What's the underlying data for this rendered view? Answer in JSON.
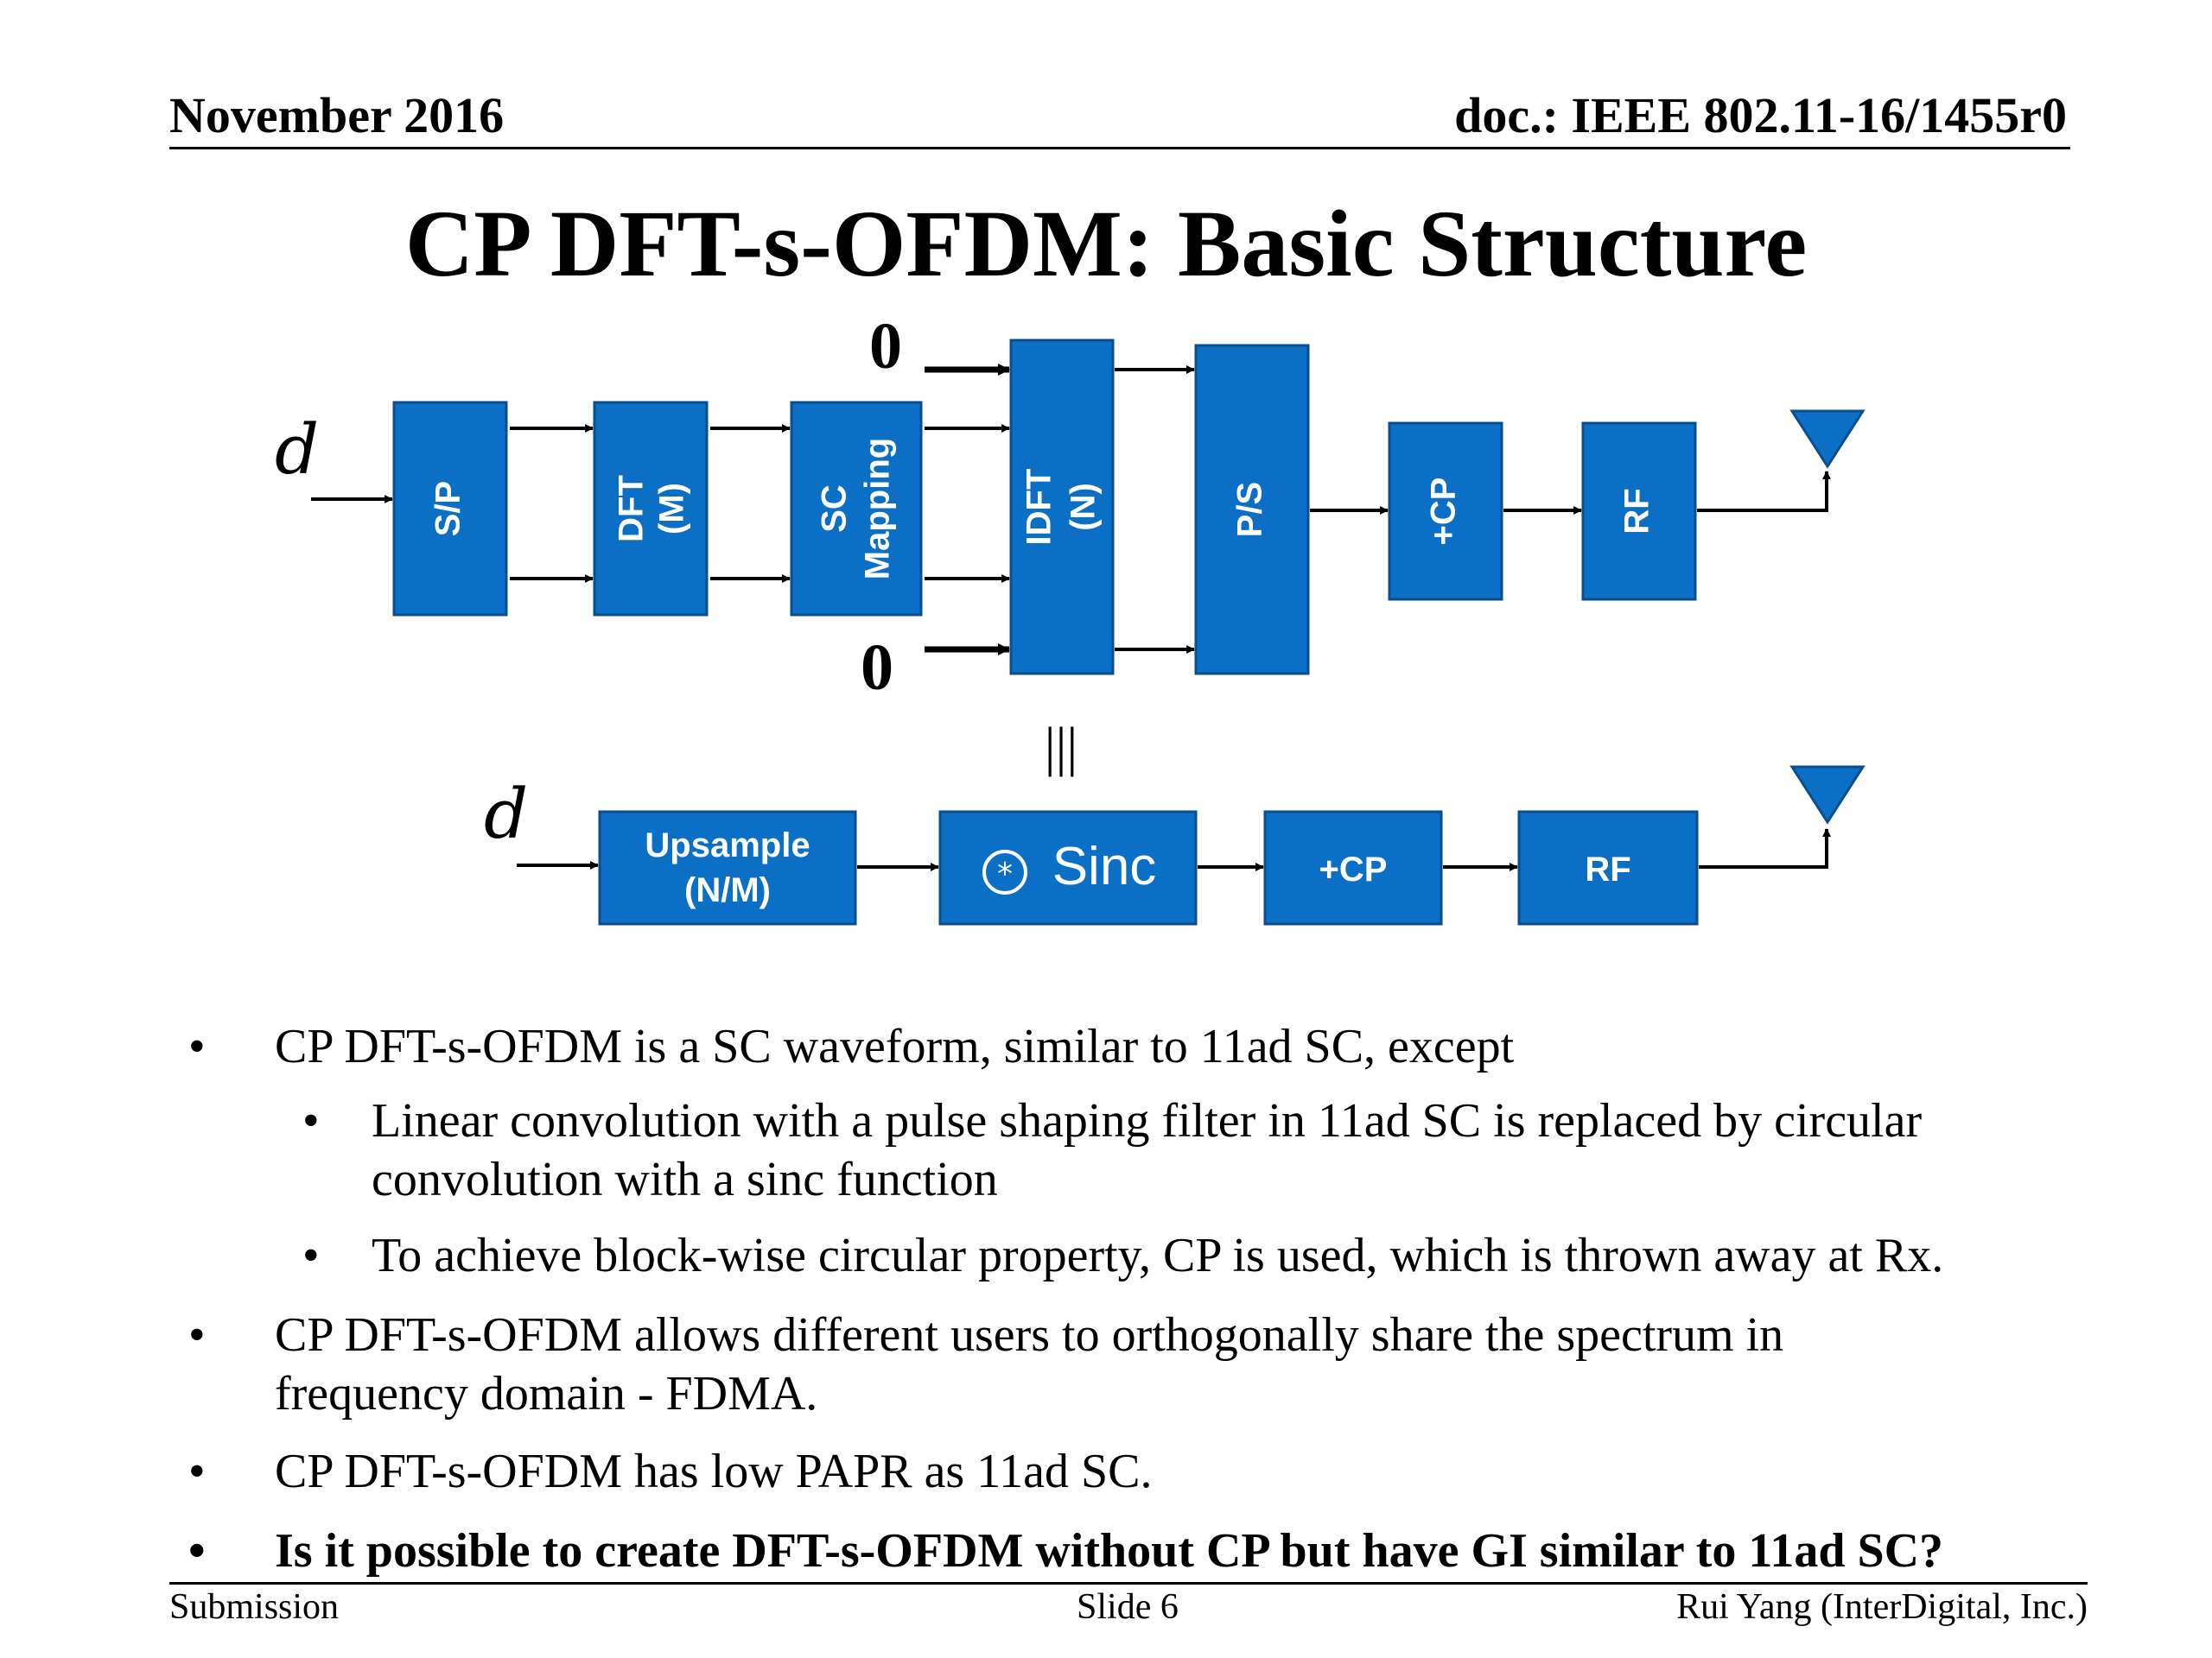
{
  "header": {
    "date": "November 2016",
    "doc_id": "doc.: IEEE 802.11-16/1455r0"
  },
  "title": "CP DFT-s-OFDM: Basic Structure",
  "diagram": {
    "input_symbol": "d",
    "zero_top": "0",
    "zero_bottom": "0",
    "equivalence_symbol": "|||",
    "top_chain": {
      "sp": "S/P",
      "dft_line1": "DFT",
      "dft_line2": "(M)",
      "sc_line1": "SC",
      "sc_line2": "Mapping",
      "idft_line1": "IDFT",
      "idft_line2": "(N)",
      "ps": "P/S",
      "cp": "+CP",
      "rf": "RF"
    },
    "bottom_chain": {
      "upsample_line1": "Upsample",
      "upsample_line2": "(N/M)",
      "conv_symbol": "⊛",
      "sinc": "Sinc",
      "cp": "+CP",
      "rf": "RF"
    },
    "colors": {
      "box_fill": "#0B6FC6",
      "box_stroke": "#0A4E8E"
    }
  },
  "bullets": [
    {
      "level": 1,
      "text": "CP DFT-s-OFDM is a SC waveform, similar to 11ad SC, except"
    },
    {
      "level": 2,
      "line1": "Linear convolution with a pulse shaping filter in 11ad SC is replaced by circular",
      "line2": "convolution with a sinc function"
    },
    {
      "level": 2,
      "text": "To achieve block-wise circular property, CP is used, which is thrown away at Rx."
    },
    {
      "level": 1,
      "line1": "CP DFT-s-OFDM allows different users to orthogonally share the spectrum in",
      "line2": "frequency domain - FDMA."
    },
    {
      "level": 1,
      "text": "CP DFT-s-OFDM has low PAPR as 11ad SC."
    },
    {
      "level": 1,
      "text": "Is it possible to create DFT-s-OFDM without CP but have GI similar to 11ad SC?",
      "bold": true
    }
  ],
  "bullet_char": "•",
  "footer": {
    "left": "Submission",
    "center": "Slide 6",
    "right": "Rui Yang (InterDigital, Inc.)"
  }
}
